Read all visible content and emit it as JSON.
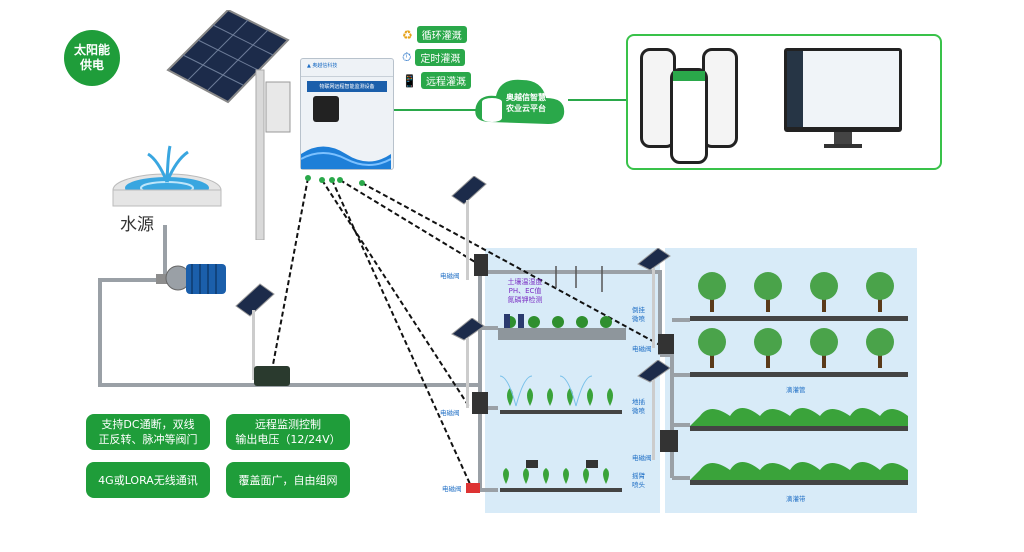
{
  "solar_label": "太阳能\n供电",
  "water_source_label": "水源",
  "controller_label": "物联网远程智能监测设备",
  "modes": [
    {
      "icon": "recycle-icon",
      "label": "循环灌溉"
    },
    {
      "icon": "timer-icon",
      "label": "定时灌溉"
    },
    {
      "icon": "phone-remote-icon",
      "label": "远程灌溉"
    }
  ],
  "cloud_label": "奥越信智慧\n农业云平台",
  "feature_boxes": [
    "支持DC通断，双线\n正反转、脉冲等阀门",
    "远程监测控制\n输出电压（12/24V）",
    "4G或LORA无线通讯",
    "覆盖面广，自由组网"
  ],
  "valve_label": "电磁阀",
  "sensor_label": "土壤温湿度\nPH、EC值\n氮磷钾检测",
  "zone_labels": {
    "inverted_micro_spray": "倒挂\n微喷",
    "ground_micro_spray": "地插\n微喷",
    "rocker_nozzle": "摇臂\n喷头",
    "drip_pipe": "滴灌管",
    "drip_tape": "滴灌带"
  },
  "colors": {
    "accent_green": "#1f9d3a",
    "mode_green": "#2aa84a",
    "pipe_gray": "#9aa0a6",
    "zone_blue": "#d8ebf8",
    "label_blue": "#1b6cc4",
    "sensor_purple": "#7b2fc4"
  }
}
